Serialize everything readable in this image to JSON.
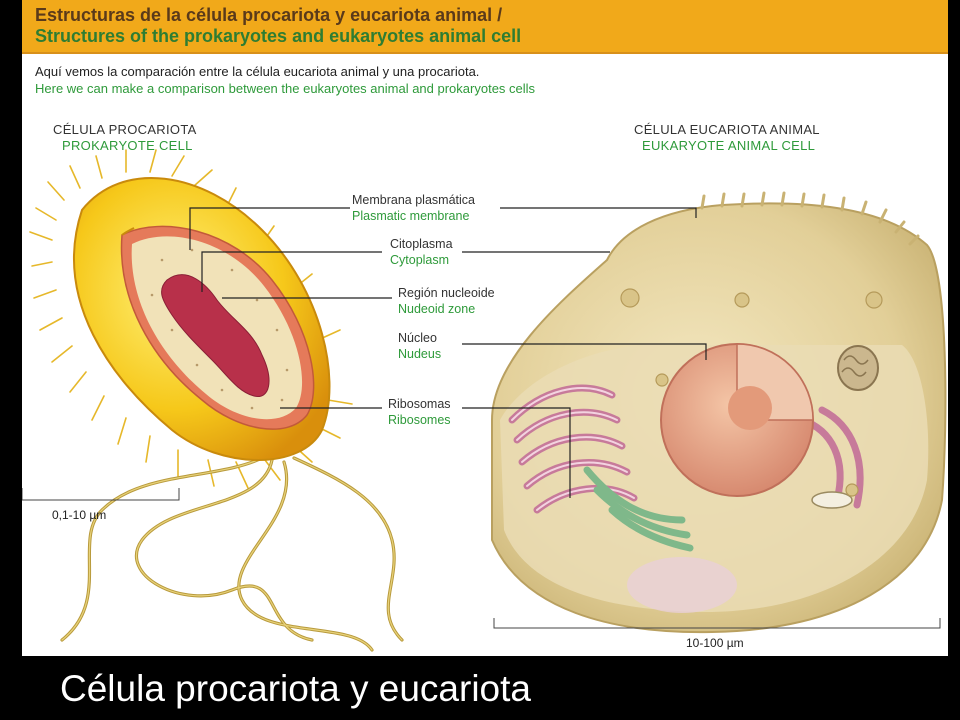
{
  "banner": {
    "title_es": "Estructuras de la célula procariota y eucariota animal /",
    "title_en": "Structures of the prokaryotes and eukaryotes animal cell"
  },
  "intro": {
    "es": "Aquí vemos la comparación entre la célula eucariota animal y una procariota.",
    "en": "Here we can make a comparison between the eukaryotes animal and prokaryotes cells"
  },
  "prokaryote": {
    "title_es": "CÉLULA PROCARIOTA",
    "title_en": "PROKARYOTE CELL",
    "scale": "0,1-10 µm"
  },
  "eukaryote": {
    "title_es": "CÉLULA EUCARIOTA ANIMAL",
    "title_en": "EUKARYOTE ANIMAL CELL",
    "scale": "10-100 µm"
  },
  "labels": [
    {
      "es": "Membrana plasmática",
      "en": "Plasmatic membrane"
    },
    {
      "es": "Citoplasma",
      "en": "Cytoplasm"
    },
    {
      "es": "Región nucleoide",
      "en": "Nudeoid zone"
    },
    {
      "es": "Núcleo",
      "en": "Nudeus"
    },
    {
      "es": "Ribosomas",
      "en": "Ribosomes"
    }
  ],
  "caption": "Célula procariota y eucariota",
  "colors": {
    "banner": "#f1a91a",
    "green_text": "#2e9a3a",
    "bacteria_yellow": "#f4c21a",
    "nucleoid": "#b8304a",
    "eukaryote_body": "#e6d8a8",
    "nucleus": "#e7a98a"
  }
}
